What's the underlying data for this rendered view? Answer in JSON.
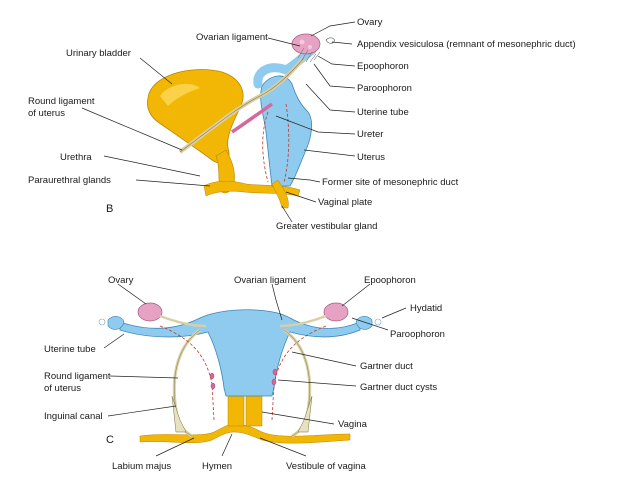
{
  "panel_b": {
    "letter": "B",
    "labels": {
      "ovary": "Ovary",
      "ovarian_ligament": "Ovarian ligament",
      "appendix_vesiculosa": "Appendix vesiculosa (remnant of mesonephric duct)",
      "urinary_bladder": "Urinary bladder",
      "epoophoron": "Epoophoron",
      "paroophoron": "Paroophoron",
      "round_ligament_line1": "Round ligament",
      "round_ligament_line2": "of uterus",
      "uterine_tube": "Uterine tube",
      "ureter": "Ureter",
      "urethra": "Urethra",
      "uterus": "Uterus",
      "paraurethral_glands": "Paraurethral glands",
      "former_site": "Former site of mesonephric duct",
      "vaginal_plate": "Vaginal plate",
      "greater_vestibular_gland": "Greater vestibular gland"
    }
  },
  "panel_c": {
    "letter": "C",
    "labels": {
      "ovary": "Ovary",
      "ovarian_ligament": "Ovarian ligament",
      "epoophoron": "Epoophoron",
      "hydatid": "Hydatid",
      "paroophoron": "Paroophoron",
      "uterine_tube": "Uterine tube",
      "gartner_duct": "Gartner duct",
      "round_ligament_line1": "Round ligament",
      "round_ligament_line2": "of uterus",
      "gartner_duct_cysts": "Gartner duct cysts",
      "inguinal_canal": "Inguinal canal",
      "vagina": "Vagina",
      "labium_majus": "Labium majus",
      "hymen": "Hymen",
      "vestibule_of_vagina": "Vestibule of vagina"
    }
  },
  "colors": {
    "bladder": "#f2b705",
    "uterus": "#8ecbee",
    "ovary": "#e6a2c2",
    "ligament": "#d9cfa3",
    "tube_pink": "#d46a9b",
    "mesonephric_dash": "#c0392b"
  }
}
